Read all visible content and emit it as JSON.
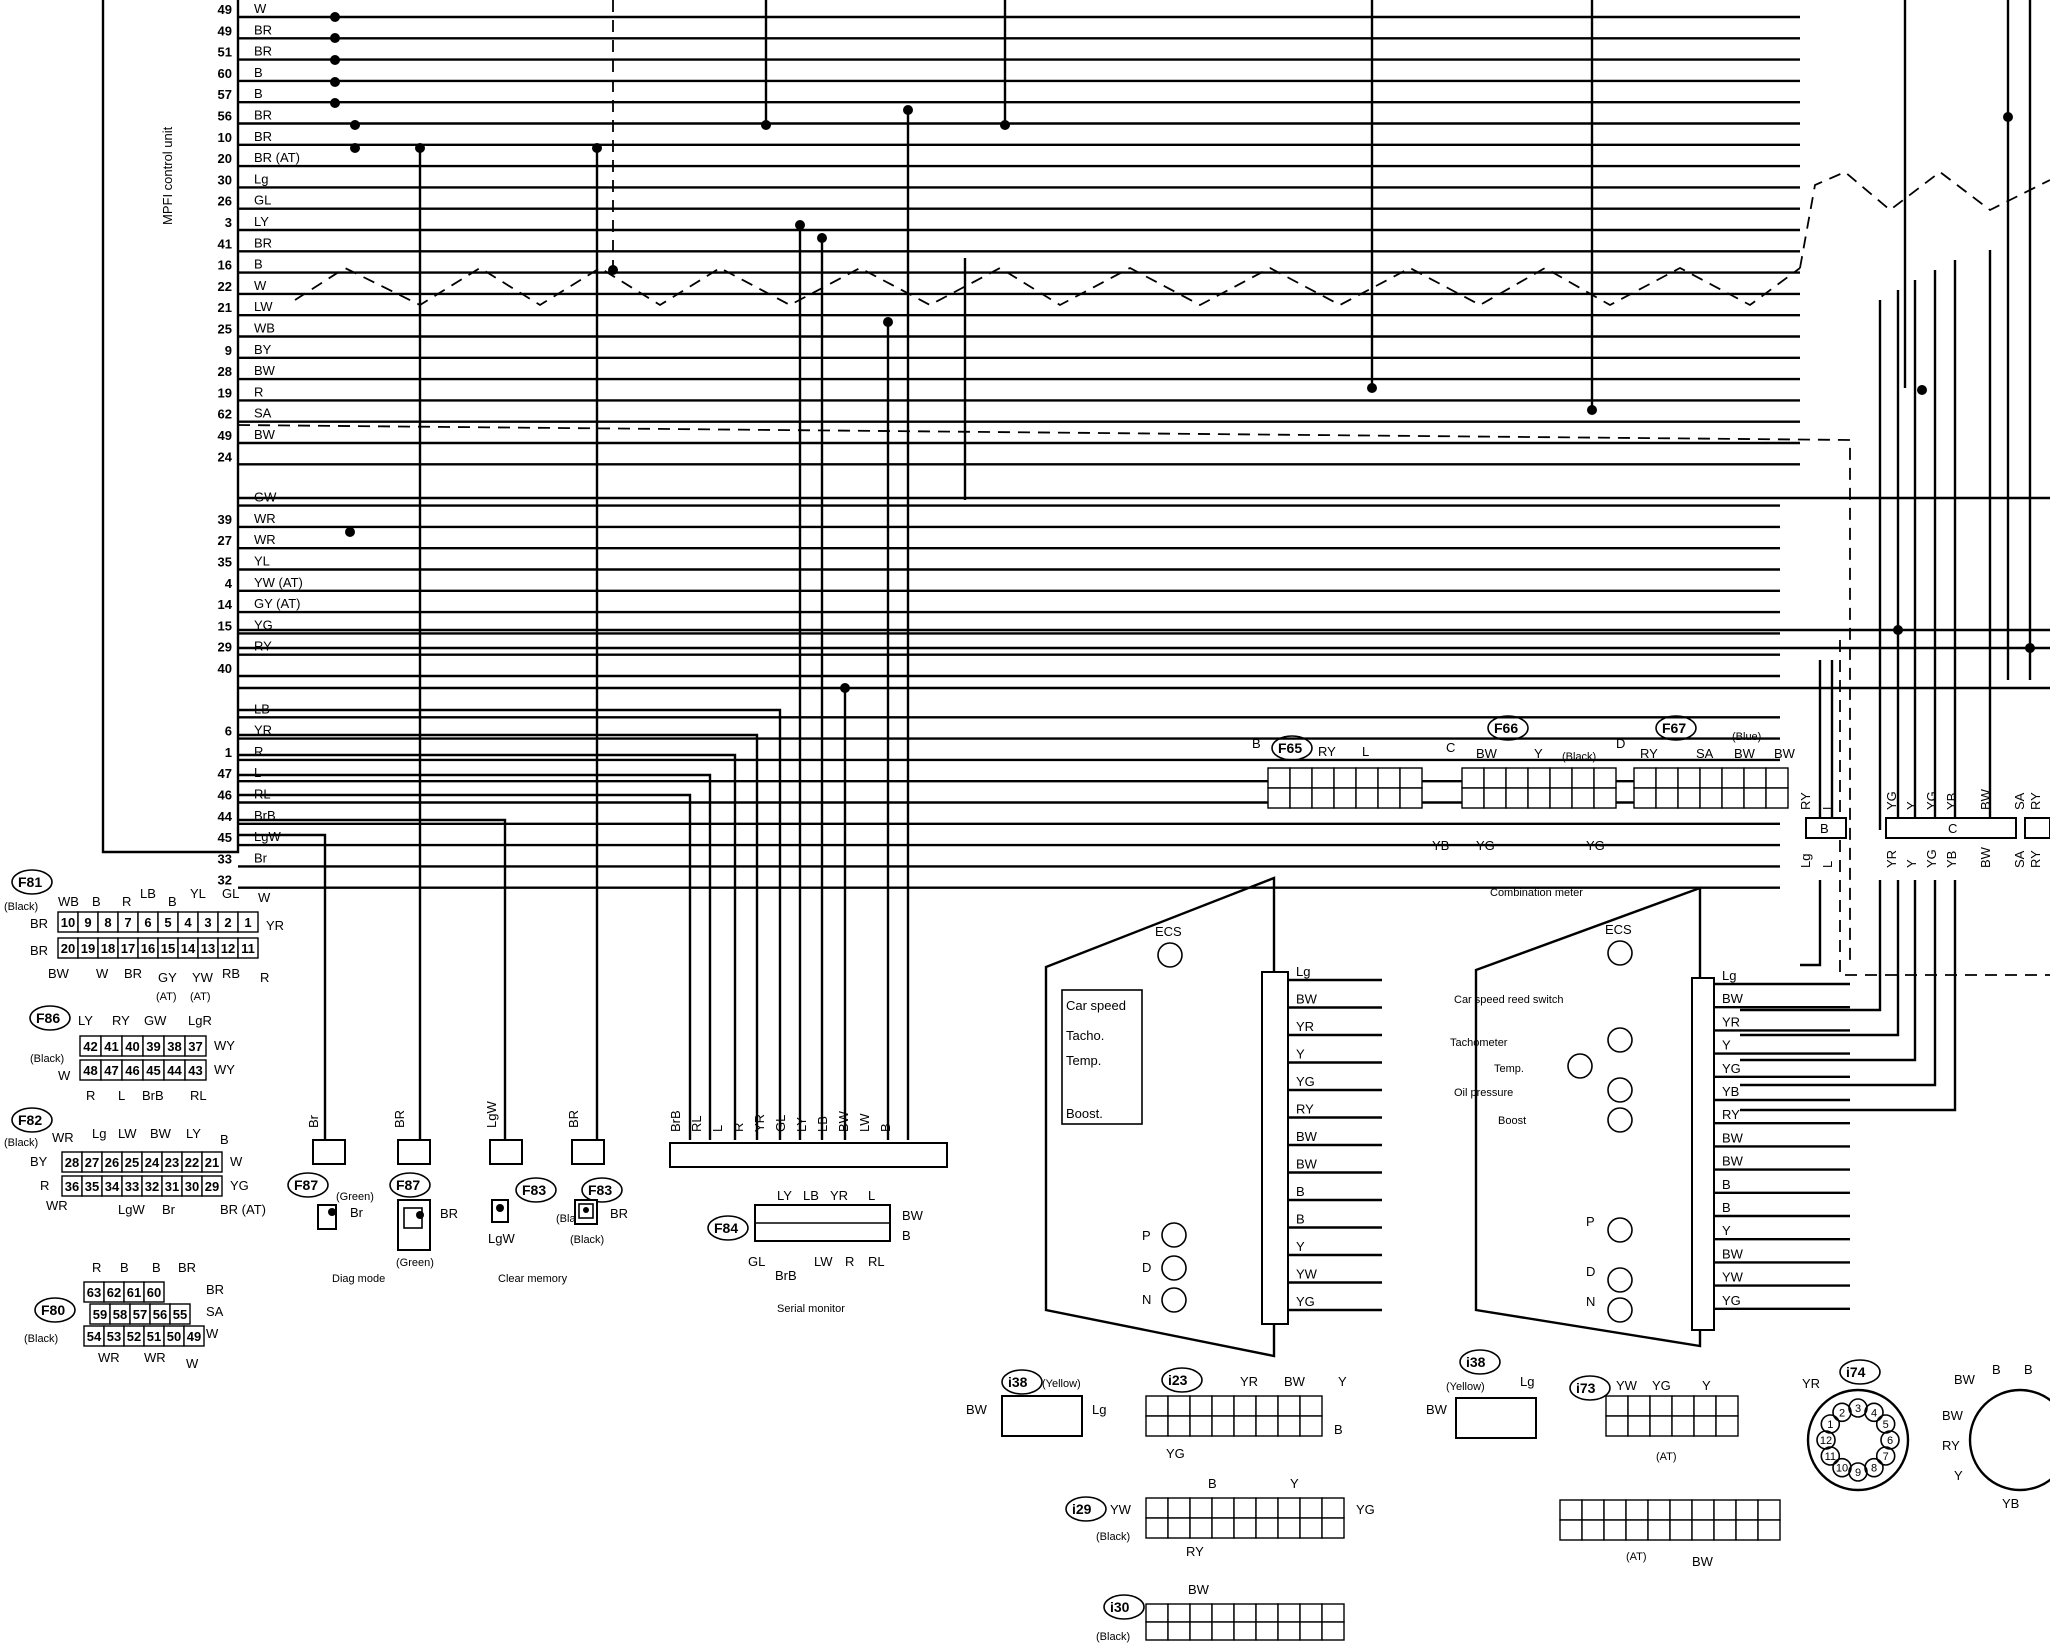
{
  "unit": {
    "title": "MPFI control unit"
  },
  "pins": [
    {
      "no": "49",
      "wire": "W"
    },
    {
      "no": "49",
      "wire": "BR"
    },
    {
      "no": "51",
      "wire": "BR"
    },
    {
      "no": "60",
      "wire": "B"
    },
    {
      "no": "57",
      "wire": "B"
    },
    {
      "no": "56",
      "wire": "BR"
    },
    {
      "no": "10",
      "wire": "BR"
    },
    {
      "no": "20",
      "wire": "BR (AT)"
    },
    {
      "no": "30",
      "wire": "Lg"
    },
    {
      "no": "26",
      "wire": "GL"
    },
    {
      "no": "3",
      "wire": "LY"
    },
    {
      "no": "41",
      "wire": "BR"
    },
    {
      "no": "16",
      "wire": "B"
    },
    {
      "no": "22",
      "wire": "W"
    },
    {
      "no": "21",
      "wire": "LW"
    },
    {
      "no": "25",
      "wire": "WB"
    },
    {
      "no": "9",
      "wire": "BY"
    },
    {
      "no": "28",
      "wire": "BW"
    },
    {
      "no": "19",
      "wire": "R"
    },
    {
      "no": "62",
      "wire": "SA"
    },
    {
      "no": "49",
      "wire": "BW"
    },
    {
      "no": "24",
      "wire": ""
    },
    {
      "no": "",
      "wire": "GW"
    },
    {
      "no": "39",
      "wire": "WR"
    },
    {
      "no": "27",
      "wire": "WR"
    },
    {
      "no": "35",
      "wire": "YL"
    },
    {
      "no": "4",
      "wire": "YW (AT)"
    },
    {
      "no": "14",
      "wire": "GY (AT)"
    },
    {
      "no": "15",
      "wire": "YG"
    },
    {
      "no": "29",
      "wire": "RY"
    },
    {
      "no": "40",
      "wire": ""
    },
    {
      "no": "",
      "wire": "LB"
    },
    {
      "no": "6",
      "wire": "YR"
    },
    {
      "no": "1",
      "wire": "R"
    },
    {
      "no": "47",
      "wire": "L"
    },
    {
      "no": "46",
      "wire": "RL"
    },
    {
      "no": "44",
      "wire": "BrB"
    },
    {
      "no": "45",
      "wire": "LgW"
    },
    {
      "no": "33",
      "wire": "Br"
    },
    {
      "no": "32",
      "wire": ""
    }
  ],
  "diag": {
    "f87a": "F87",
    "f87a_color": "(Green)",
    "f87a_wire": "Br",
    "f87b": "F87",
    "f87b_wire": "BR",
    "f87b_color": "(Green)",
    "diag_mode": "Diag mode",
    "f83a": "F83",
    "f83a_color": "(Black)",
    "f83a_wire": "LgW",
    "f83b": "F83",
    "f83b_wire": "BR",
    "f83b_color": "(Black)",
    "clear_memory": "Clear memory",
    "plug_labels": [
      "Br",
      "BR",
      "LgW",
      "BR"
    ]
  },
  "serial": {
    "label": "Serial monitor",
    "conn": "F84",
    "bus_wires": [
      "BrB",
      "RL",
      "L",
      "R",
      "YR",
      "GL",
      "LY",
      "LB",
      "BW",
      "LW",
      "B"
    ],
    "top": [
      "LY",
      "LB",
      "YR",
      "L"
    ],
    "right": [
      "BW",
      "B"
    ],
    "bottom": [
      "GL",
      "BrB",
      "LW",
      "R",
      "RL"
    ]
  },
  "pinouts": {
    "f81": {
      "name": "F81",
      "color": "(Black)",
      "top": [
        "WB",
        "B",
        "R",
        "LB",
        "B",
        "YL",
        "GL",
        "W"
      ],
      "row1": [
        "10",
        "9",
        "8",
        "7",
        "6",
        "5",
        "4",
        "3",
        "2",
        "1"
      ],
      "row2": [
        "20",
        "19",
        "18",
        "17",
        "16",
        "15",
        "14",
        "13",
        "12",
        "11"
      ],
      "left1": "BR",
      "left2": "BR",
      "right1": "YR",
      "bottom": [
        "BW",
        "W",
        "BR",
        "GY",
        "YW",
        "RB",
        "R"
      ],
      "sub": [
        "(AT)",
        "(AT)"
      ]
    },
    "f86": {
      "name": "F86",
      "color": "(Black)",
      "top": [
        "LY",
        "RY",
        "GW",
        "LgR"
      ],
      "row1": [
        "42",
        "41",
        "40",
        "39",
        "38",
        "37"
      ],
      "row2": [
        "48",
        "47",
        "46",
        "45",
        "44",
        "43"
      ],
      "left2": "W",
      "right1": "WY",
      "right2": "WY",
      "bottom": [
        "R",
        "L",
        "BrB",
        "RL"
      ]
    },
    "f82": {
      "name": "F82",
      "color": "(Black)",
      "top": [
        "WR",
        "Lg",
        "LW",
        "BW",
        "LY",
        "B"
      ],
      "row1": [
        "28",
        "27",
        "26",
        "25",
        "24",
        "23",
        "22",
        "21"
      ],
      "row2": [
        "36",
        "35",
        "34",
        "33",
        "32",
        "31",
        "30",
        "29"
      ],
      "left1": "BY",
      "left2": "R",
      "right1": "W",
      "right2": "YG",
      "bottom": [
        "WR",
        "LgW",
        "Br",
        "BR (AT)"
      ]
    },
    "f80": {
      "name": "F80",
      "color": "(Black)",
      "top": [
        "R",
        "B",
        "B",
        "BR"
      ],
      "row1": [
        "63",
        "62",
        "61",
        "60"
      ],
      "row2": [
        "59",
        "58",
        "57",
        "56",
        "55"
      ],
      "row3": [
        "54",
        "53",
        "52",
        "51",
        "50",
        "49"
      ],
      "right1": "BR",
      "right2": "SA",
      "right3": "W",
      "bottom": [
        "WR",
        "WR",
        "W"
      ]
    }
  },
  "right_conns": {
    "f65": {
      "letter": "B",
      "name": "F65",
      "pins": [
        "RY",
        "L"
      ]
    },
    "f66": {
      "letter": "C",
      "name": "F66",
      "pins": [
        "BW",
        "Y"
      ],
      "color": "(Black)",
      "bottom": [
        "YB",
        "YG",
        "YG"
      ]
    },
    "f67": {
      "letter": "D",
      "name": "F67",
      "pins": [
        "RY",
        "SA",
        "BW",
        "BW"
      ],
      "color": "(Blue)"
    }
  },
  "meter1": {
    "items": [
      "ECS",
      "Car speed",
      "Tacho.",
      "Temp.",
      "Boost."
    ],
    "pins": [
      "Lg",
      "BW",
      "YR",
      "Y",
      "YG",
      "RY",
      "BW",
      "BW",
      "B",
      "B",
      "Y",
      "YW",
      "YG"
    ],
    "gear": [
      "P",
      "D",
      "N"
    ]
  },
  "meter2": {
    "title": "Combination meter",
    "items": [
      "ECS",
      "Car speed reed switch",
      "Tachometer",
      "Temp.",
      "Oil pressure",
      "Boost"
    ],
    "pins": [
      "Lg",
      "BW",
      "YR",
      "Y",
      "YG",
      "YB",
      "RY",
      "BW",
      "BW",
      "B",
      "B",
      "Y",
      "BW",
      "YW",
      "YG"
    ],
    "gear": [
      "P",
      "D",
      "N"
    ]
  },
  "connector_row": {
    "top_labels": [
      "RY",
      "L",
      "YG",
      "Y",
      "YG",
      "YB",
      "BW",
      "SA",
      "RY"
    ],
    "letters": [
      "B",
      "C"
    ],
    "bottom_labels": [
      "Lg",
      "L",
      "YR",
      "Y",
      "YG",
      "YB",
      "BW",
      "SA",
      "RY"
    ]
  },
  "bottom": {
    "i38a": {
      "name": "i38",
      "color": "(Yellow)",
      "left": "BW",
      "right": "Lg"
    },
    "i23": {
      "name": "i23",
      "top": [
        "YR",
        "BW",
        "Y"
      ],
      "right": "B",
      "bottom": "YG"
    },
    "i29": {
      "name": "i29",
      "left": "YW",
      "color": "(Black)",
      "top": [
        "B",
        "Y"
      ],
      "right": "YG",
      "bottom": "RY"
    },
    "i30": {
      "name": "i30",
      "color": "(Black)",
      "top": "BW"
    },
    "i38b": {
      "name": "i38",
      "color": "(Yellow)",
      "left": "BW",
      "right": "Lg"
    },
    "i73": {
      "name": "i73",
      "top": [
        "YW",
        "YG",
        "Y"
      ],
      "sub": "(AT)"
    },
    "at_conn": {
      "sub": "(AT)",
      "right": "BW"
    },
    "i74": {
      "name": "i74",
      "left": "YR",
      "pins": [
        "1",
        "2",
        "3",
        "4",
        "5",
        "6",
        "7",
        "8",
        "9",
        "10",
        "11",
        "12"
      ]
    },
    "round2": {
      "labels": [
        "BW",
        "B",
        "B",
        "BW",
        "RY",
        "Y",
        "YB"
      ]
    }
  },
  "colors": {
    "ink": "#000000",
    "paper": "#ffffff"
  }
}
